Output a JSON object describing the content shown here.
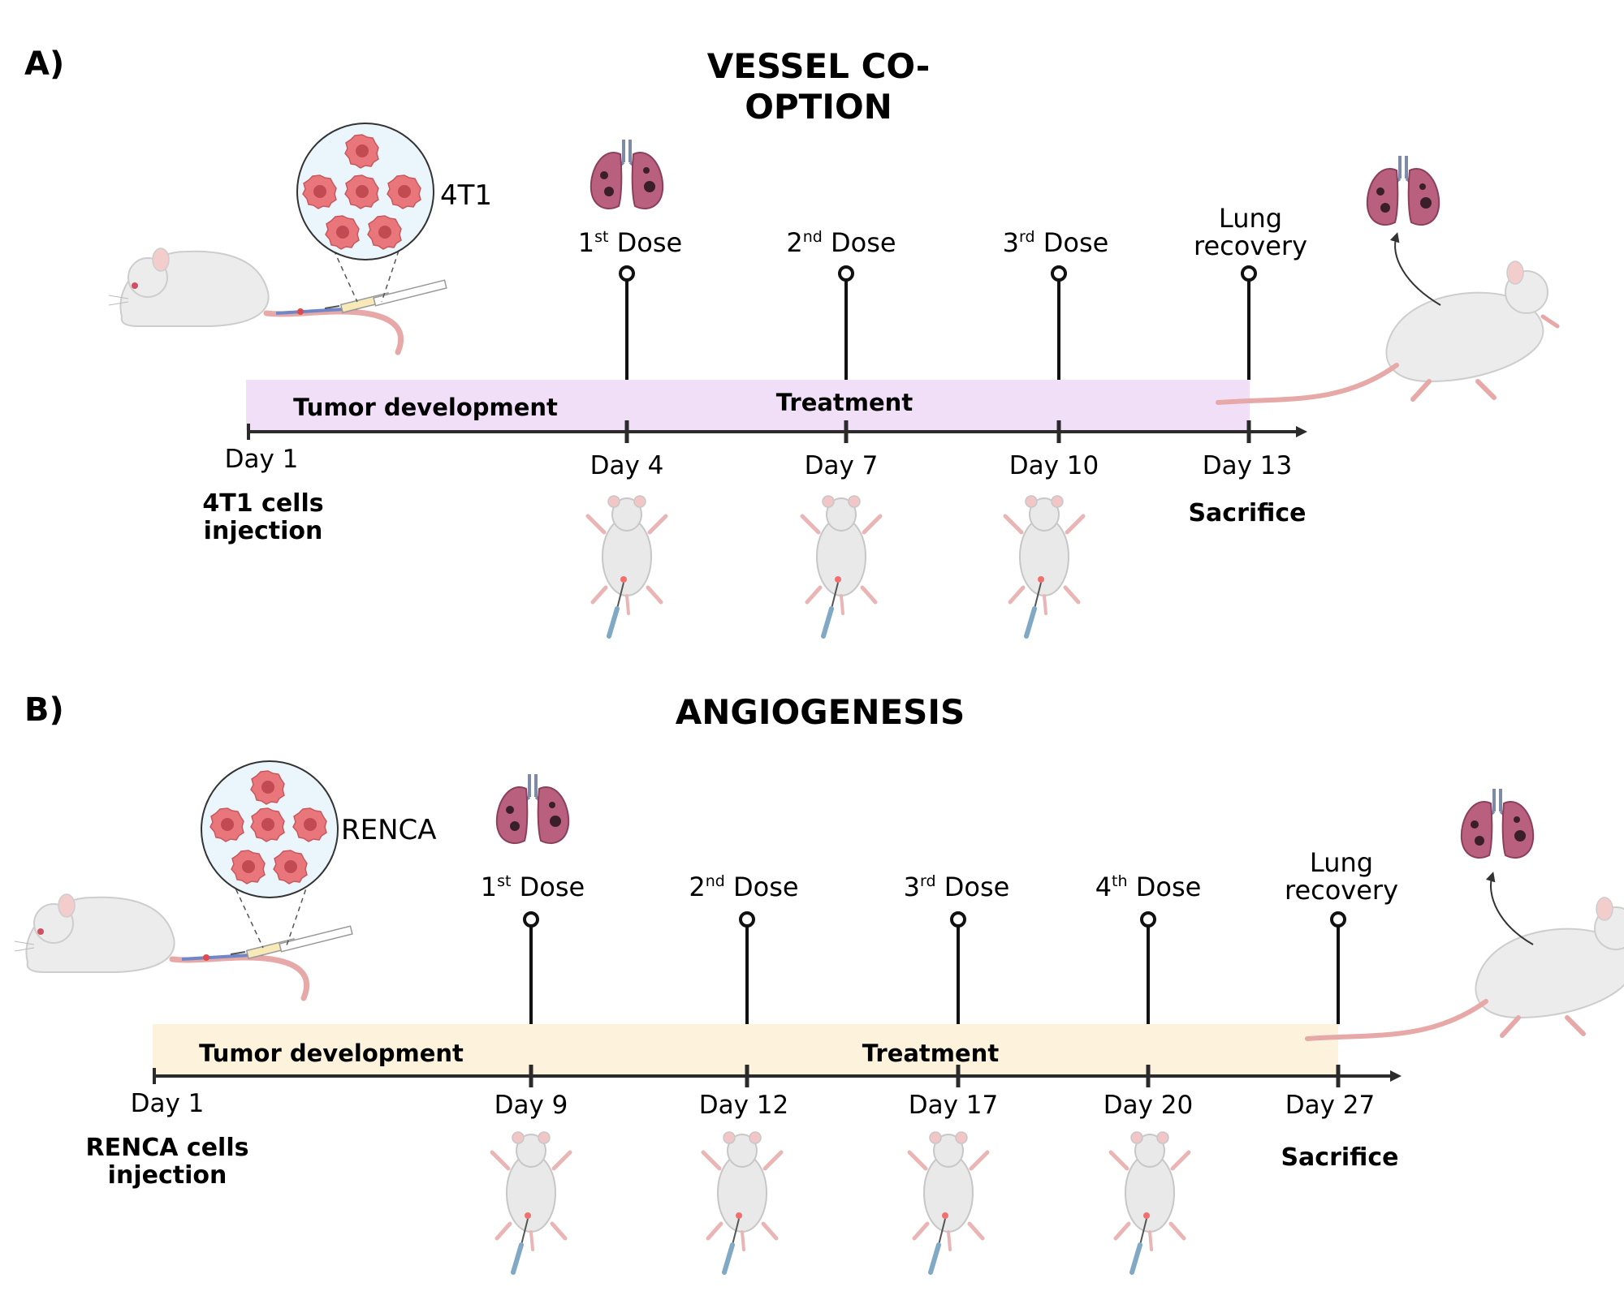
{
  "panel_a": {
    "panel_label": "A)",
    "title_line1": "VESSEL CO-",
    "title_line2": "OPTION",
    "cell_line": "4T1",
    "phase_tumor": "Tumor development",
    "phase_treatment": "Treatment",
    "start_day": "Day 1",
    "start_line1": "4T1 cells",
    "start_line2": "injection",
    "sacrifice": "Sacrifice",
    "doses": [
      {
        "num": "1",
        "sup": "st",
        "word": " Dose",
        "day": "Day 4"
      },
      {
        "num": "2",
        "sup": "nd",
        "word": " Dose",
        "day": "Day 7"
      },
      {
        "num": "3",
        "sup": "rd",
        "word": " Dose",
        "day": "Day 10"
      }
    ],
    "end": {
      "line1": "Lung",
      "line2": "recovery",
      "day": "Day 13"
    }
  },
  "panel_b": {
    "panel_label": "B)",
    "title": "ANGIOGENESIS",
    "cell_line": "RENCA",
    "phase_tumor": "Tumor development",
    "phase_treatment": "Treatment",
    "start_day": "Day 1",
    "start_line1": "RENCA cells",
    "start_line2": "injection",
    "sacrifice": "Sacrifice",
    "doses": [
      {
        "num": "1",
        "sup": "st",
        "word": " Dose",
        "day": "Day 9"
      },
      {
        "num": "2",
        "sup": "nd",
        "word": " Dose",
        "day": "Day 12"
      },
      {
        "num": "3",
        "sup": "rd",
        "word": " Dose",
        "day": "Day 17"
      },
      {
        "num": "4",
        "sup": "th",
        "word": " Dose",
        "day": "Day 20"
      }
    ],
    "end": {
      "line1": "Lung",
      "line2": "recovery",
      "day": "Day 27"
    }
  },
  "colors": {
    "panel_a_band": "#f1dff8",
    "panel_b_band": "#fdf3dc",
    "axis": "#2b2b2b",
    "cell_fill": "#e8767a",
    "lung": "#b8607d",
    "mouse_body": "#eeeeee"
  }
}
